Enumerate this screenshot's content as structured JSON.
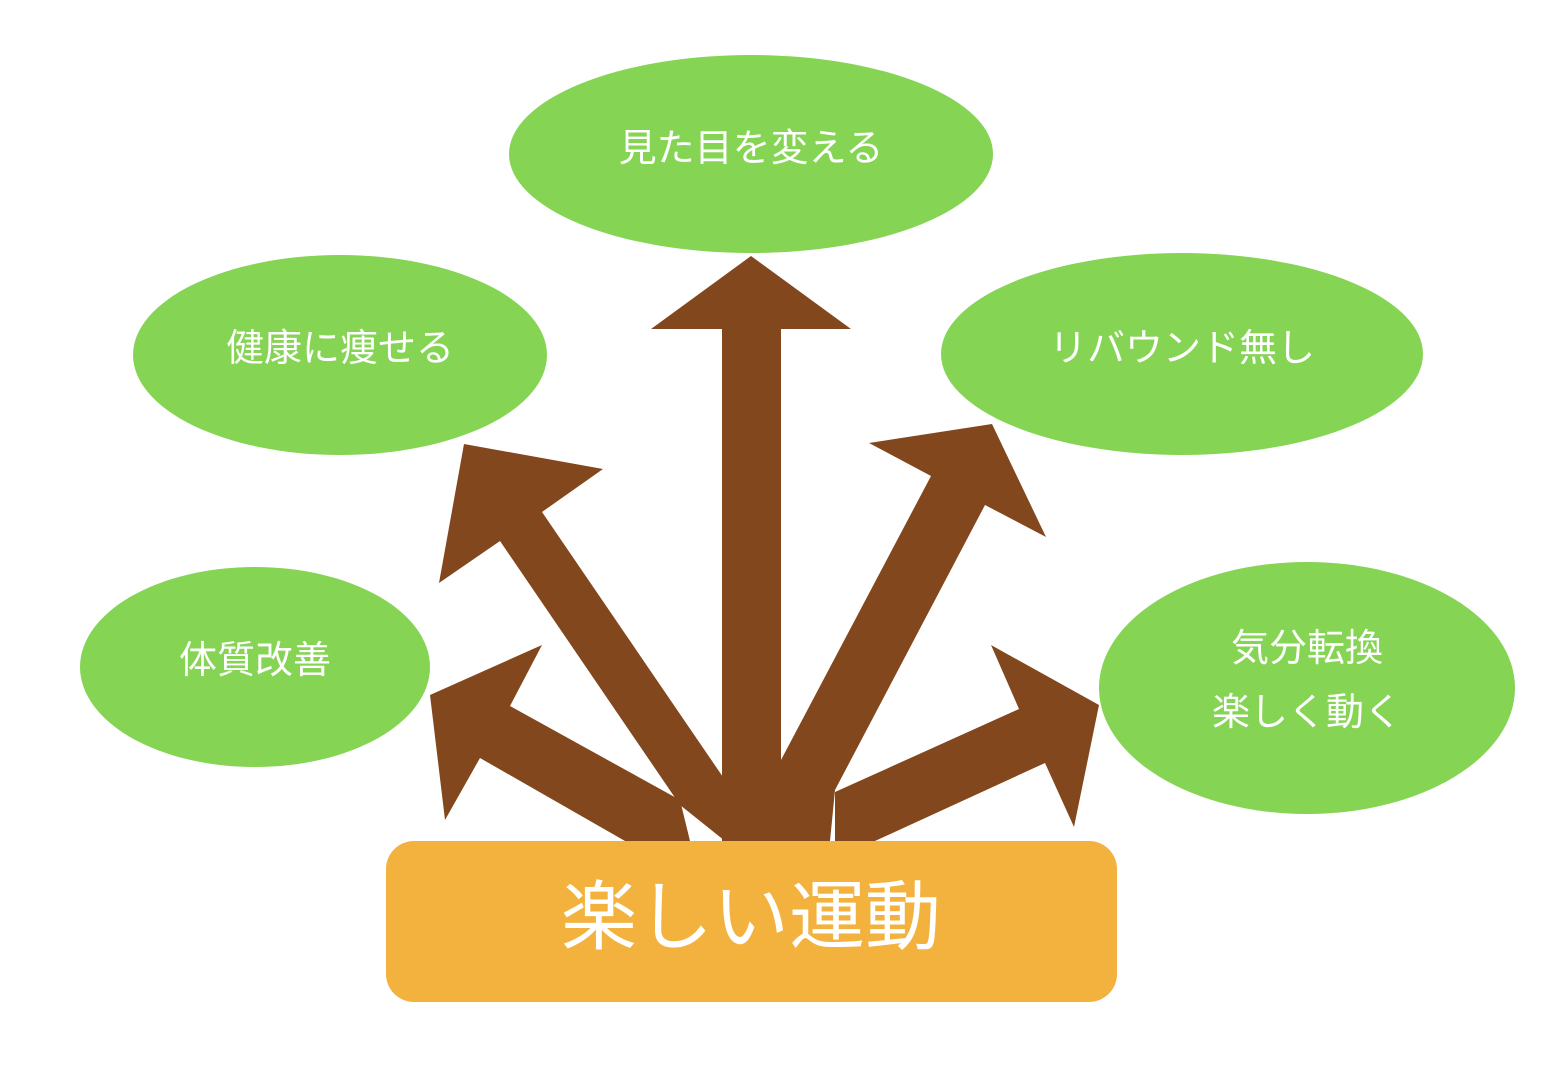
{
  "diagram": {
    "center": {
      "label": "楽しい運動"
    },
    "goals": [
      {
        "id": "appearance",
        "lines": [
          "見た目を変える"
        ]
      },
      {
        "id": "healthy-weight-loss",
        "lines": [
          "健康に痩せる"
        ]
      },
      {
        "id": "no-rebound",
        "lines": [
          "リバウンド無し"
        ]
      },
      {
        "id": "constitution",
        "lines": [
          "体質改善"
        ]
      },
      {
        "id": "refresh",
        "lines": [
          "気分転換",
          "楽しく動く"
        ]
      }
    ]
  },
  "colors": {
    "bubble": "#85d454",
    "arrow": "#83471d",
    "center_box": "#f3b23d",
    "text": "#ffffff"
  }
}
